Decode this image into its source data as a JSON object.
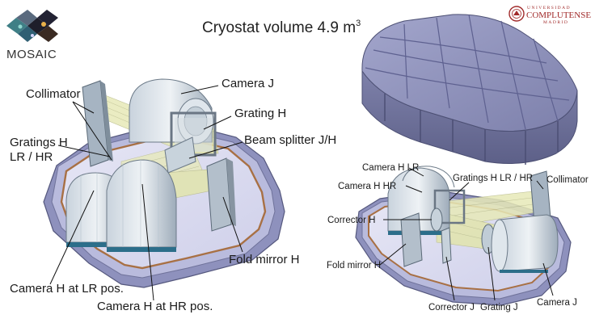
{
  "title": {
    "text": "Cryostat volume 4.9 m",
    "superscript": "3"
  },
  "logos": {
    "mosaic": "MOSAIC",
    "university": {
      "line1": "UNIVERSIDAD",
      "line2": "COMPLUTENSE",
      "line3": "MADRID"
    }
  },
  "left_labels": {
    "collimator": "Collimator",
    "camera_j": "Camera J",
    "grating_h": "Grating H",
    "beam_splitter": "Beam splitter J/H",
    "gratings_h_line1": "Gratings H",
    "gratings_h_line2": "LR / HR",
    "fold_mirror": "Fold mirror H",
    "camera_lr": "Camera H at LR pos.",
    "camera_hr": "Camera H at HR pos."
  },
  "right_labels": {
    "camera_h_lr": "Camera H LR",
    "camera_h_hr": "Camera H HR",
    "gratings_h": "Gratings H LR / HR",
    "collimator": "Collimator",
    "corrector_h": "Corrector H",
    "fold_mirror": "Fold mirror H",
    "corrector_j": "Corrector J",
    "grating_j": "Grating J",
    "camera_j": "Camera J"
  },
  "colors": {
    "cryostat_lid": "#8c8fb8",
    "cryostat_side": "#6f7299",
    "base_plate": "#dcdcf0",
    "rim": "#a9abd0",
    "copper": "#b36a3a",
    "optics": "#aab8c6",
    "beams": "#d9dca0",
    "ucm_red": "#a12b2b"
  }
}
